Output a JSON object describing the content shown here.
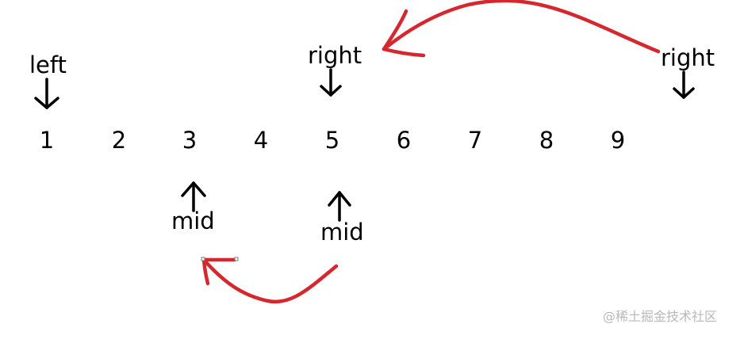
{
  "numbers": [
    "1",
    "2",
    "3",
    "4",
    "5",
    "6",
    "7",
    "8",
    "9"
  ],
  "labels": {
    "left": "left",
    "right_new": "right",
    "right_old": "right",
    "mid_new": "mid",
    "mid_old": "mid"
  },
  "watermark": "@稀土掘金技术社区",
  "colors": {
    "text": "#000000",
    "pointer_arrow": "#000000",
    "move_arrow": "#d8262e",
    "watermark": "#b8b8b8"
  }
}
